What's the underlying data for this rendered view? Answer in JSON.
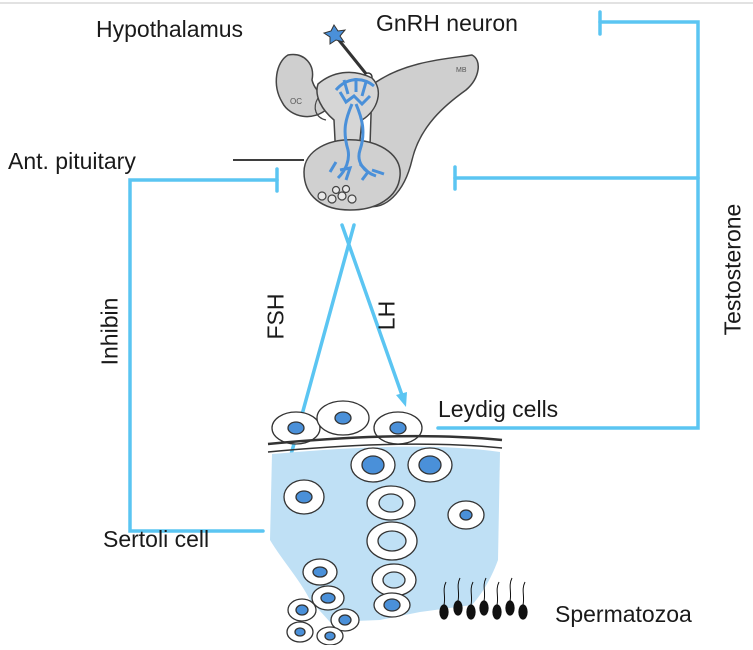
{
  "labels": {
    "hypothalamus": "Hypothalamus",
    "gnrh_neuron": "GnRH neuron",
    "ant_pituitary": "Ant. pituitary",
    "testosterone": "Testosterone",
    "inhibin": "Inhibin",
    "fsh": "FSH",
    "lh": "LH",
    "leydig_cells": "Leydig cells",
    "sertoli_cell": "Sertoli cell",
    "spermatozoa": "Spermatozoa",
    "oc": "OC",
    "mb": "MB"
  },
  "colors": {
    "arrow": "#5bc5f2",
    "vessel": "#4a90d9",
    "tissue": "#bfe0f5",
    "nucleus": "#4a90d9",
    "gland": "#cfcfcf",
    "outline": "#333333",
    "text": "#1a1a1a"
  }
}
